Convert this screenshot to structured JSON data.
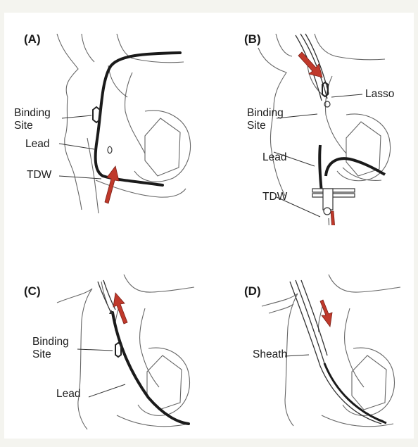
{
  "figure": {
    "panels": [
      {
        "letter": "(A)",
        "labels": {
          "binding_site": "Binding\nSite",
          "lead": "Lead",
          "tdw": "TDW"
        }
      },
      {
        "letter": "(B)",
        "labels": {
          "lasso": "Lasso",
          "binding_site": "Binding\nSite",
          "lead": "Lead",
          "tdw": "TDW"
        }
      },
      {
        "letter": "(C)",
        "labels": {
          "binding_site": "Binding\nSite",
          "lead": "Lead"
        }
      },
      {
        "letter": "(D)",
        "labels": {
          "sheath": "Sheath"
        }
      }
    ],
    "colors": {
      "arrow": "#c0392b",
      "lead": "#1a1a1a",
      "outline": "#555555"
    }
  }
}
